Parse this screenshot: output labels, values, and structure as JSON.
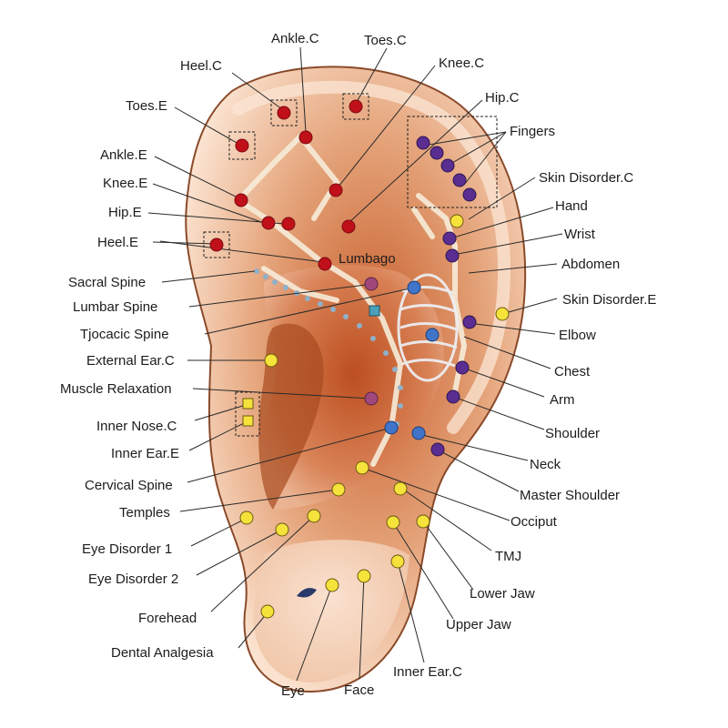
{
  "colors": {
    "skin_light": "#fbe6d4",
    "skin_mid": "#e9a77c",
    "skin_dark": "#c9683a",
    "outline": "#8a4a2a",
    "point_red": "#c0101a",
    "point_purple": "#5a2d91",
    "point_yellow": "#f5e23a",
    "point_blue": "#3f74c9",
    "point_teal": "#4aa0b8",
    "point_magenta": "#a0487c"
  },
  "labels": {
    "ankle_c": "Ankle.C",
    "toes_c": "Toes.C",
    "heel_c": "Heel.C",
    "knee_c": "Knee.C",
    "toes_e": "Toes.E",
    "hip_c": "Hip.C",
    "fingers": "Fingers",
    "ankle_e": "Ankle.E",
    "skin_disorder_c": "Skin Disorder.C",
    "knee_e": "Knee.E",
    "hand": "Hand",
    "hip_e": "Hip.E",
    "wrist": "Wrist",
    "heel_e": "Heel.E",
    "lumbago": "Lumbago",
    "abdomen": "Abdomen",
    "sacral_spine": "Sacral Spine",
    "lumbar_spine": "Lumbar Spine",
    "skin_disorder_e": "Skin Disorder.E",
    "thoracic_spine": "Tjocacic Spine",
    "elbow": "Elbow",
    "external_ear_c": "External Ear.C",
    "chest": "Chest",
    "muscle_relaxation": "Muscle Relaxation",
    "arm": "Arm",
    "inner_nose_c": "Inner Nose.C",
    "shoulder": "Shoulder",
    "inner_ear_e": "Inner Ear.E",
    "neck": "Neck",
    "cervical_spine": "Cervical Spine",
    "master_shoulder": "Master Shoulder",
    "temples": "Temples",
    "occiput": "Occiput",
    "eye_disorder_1": "Eye Disorder 1",
    "tmj": "TMJ",
    "eye_disorder_2": "Eye Disorder 2",
    "lower_jaw": "Lower Jaw",
    "forehead": "Forehead",
    "upper_jaw": "Upper Jaw",
    "dental_analgesia": "Dental Analgesia",
    "inner_ear_c": "Inner Ear.C",
    "eye": "Eye",
    "face": "Face"
  }
}
